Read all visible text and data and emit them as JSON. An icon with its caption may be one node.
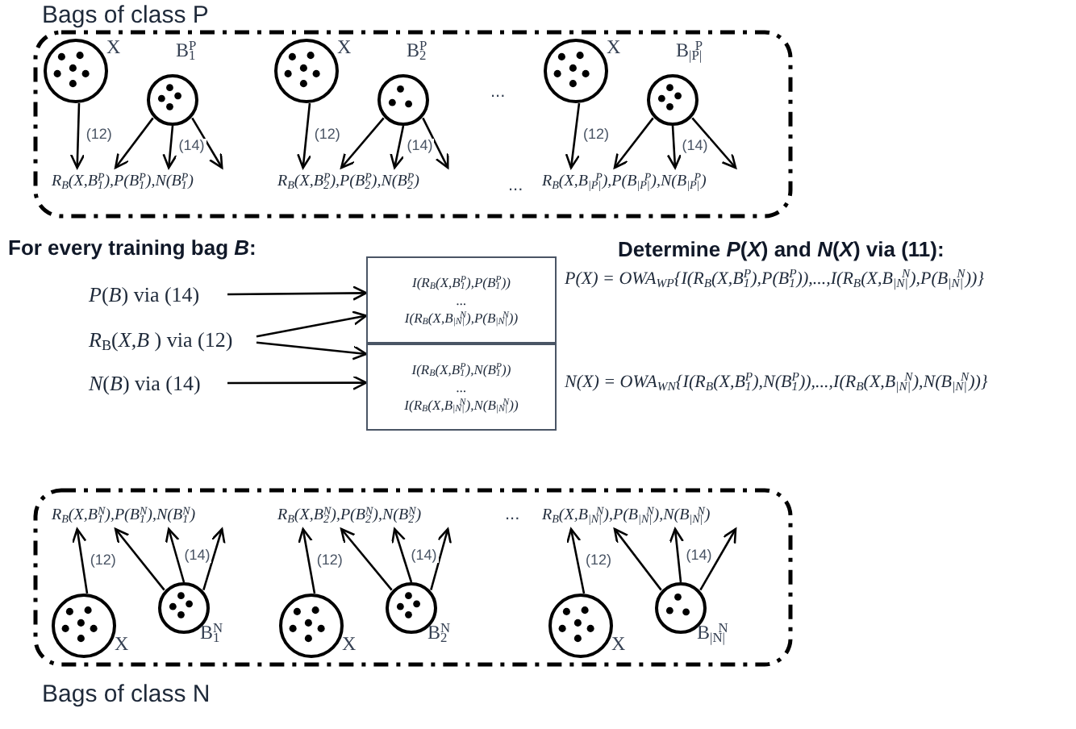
{
  "diagram": {
    "nodes": [
      {
        "text": [
          "Bags of class P"
        ]
      },
      {
        "text": [],
        "shape": "circle",
        "in": 0,
        "beside": [
          "X"
        ]
      },
      {
        "text": [],
        "shape": "circle",
        "in": 0,
        "beside": [
          "B$_{1}$$^{P}$"
        ]
      },
      {
        "text": [
          "R$_{B}$(X,B$_{1}$$^{P}$),P(B$_{1}$$^{P}$),N(B$_{1}$$^{P}$)"
        ],
        "in": 0
      },
      {
        "text": [],
        "shape": "circle",
        "in": 0,
        "beside": [
          "X"
        ]
      },
      {
        "text": [],
        "shape": "circle",
        "in": 0,
        "beside": [
          "B$_{2}$$^{P}$"
        ]
      },
      {
        "text": [
          "R$_{B}$(X,B$_{2}$$^{P}$),P(B$_{2}$$^{P}$),N(B$_{2}$$^{P}$)"
        ],
        "in": 0
      },
      {
        "text": [],
        "shape": "circle",
        "in": 0,
        "beside": [
          "X"
        ]
      },
      {
        "text": [],
        "shape": "circle",
        "in": 0,
        "beside": [
          "B$_{|P|}$$^{P}$"
        ]
      },
      {
        "text": [
          "R$_{B}$(X,B$_{|P|}$$^{P}$),P(B$_{|P|}$$^{P}$),N(B$_{|P|}$$^{P}$)"
        ],
        "in": 0
      },
      {
        "text": [
          "*P*(*B*) via (14)"
        ]
      },
      {
        "text": [
          "*R*$_{B}$(*X*,*B* ) via (12)"
        ]
      },
      {
        "text": [
          "*N*(*B*) via (14)"
        ]
      },
      {
        "text": [
          "I(R$_{B}$(X,B$_{1}$$^{P}$),P(B$_{1}$$^{P}$))",
          "...",
          "I(R$_{B}$(X,B$_{|N|}$$^{N}$),P(B$_{|N|}$$^{N}$))"
        ]
      },
      {
        "text": [
          "I(R$_{B}$(X,B$_{1}$$^{P}$),N(B$_{1}$$^{P}$))",
          "...",
          "I(R$_{B}$(X,B$_{|N|}$$^{N}$),N(B$_{|N|}$$^{N}$))"
        ]
      },
      {
        "text": [
          "Bags of class N"
        ]
      },
      {
        "text": [
          "R$_{B}$(X,B$_{1}$$^{N}$),P(B$_{1}$$^{N}$),N(B$_{1}$$^{N}$)"
        ],
        "in": 15
      },
      {
        "text": [],
        "shape": "circle",
        "in": 15,
        "beside": [
          "X"
        ]
      },
      {
        "text": [],
        "shape": "circle",
        "in": 15,
        "beside": [
          "B$_{1}$$^{N}$"
        ]
      },
      {
        "text": [
          "R$_{B}$(X,B$_{2}$$^{N}$),P(B$_{2}$$^{N}$),N(B$_{2}$$^{N}$)"
        ],
        "in": 15
      },
      {
        "text": [],
        "shape": "circle",
        "in": 15,
        "beside": [
          "X"
        ]
      },
      {
        "text": [],
        "shape": "circle",
        "in": 15,
        "beside": [
          "B$_{2}$$^{N}$"
        ]
      },
      {
        "text": [
          "R$_{B}$(X,B$_{|N|}$$^{N}$),P(B$_{|N|}$$^{N}$),N(B$_{|N|}$$^{N}$)"
        ],
        "in": 15
      },
      {
        "text": [],
        "shape": "circle",
        "in": 15,
        "beside": [
          "X"
        ]
      },
      {
        "text": [],
        "shape": "circle",
        "in": 15,
        "beside": [
          "B$_{|N|}$$^{N}$"
        ]
      }
    ],
    "edges": [
      {
        "from": 1,
        "to": 3,
        "arrow": "to",
        "label": "(12)"
      },
      {
        "from": 2,
        "to": 3,
        "arrow": "to"
      },
      {
        "from": 2,
        "to": 3,
        "arrow": "to",
        "label": "(14)"
      },
      {
        "from": 2,
        "to": 3,
        "arrow": "to"
      },
      {
        "from": 4,
        "to": 6,
        "arrow": "to",
        "label": "(12)"
      },
      {
        "from": 5,
        "to": 6,
        "arrow": "to"
      },
      {
        "from": 5,
        "to": 6,
        "arrow": "to",
        "label": "(14)"
      },
      {
        "from": 5,
        "to": 6,
        "arrow": "to"
      },
      {
        "from": 7,
        "to": 9,
        "arrow": "to",
        "label": "(12)"
      },
      {
        "from": 8,
        "to": 9,
        "arrow": "to"
      },
      {
        "from": 8,
        "to": 9,
        "arrow": "to",
        "label": "(14)"
      },
      {
        "from": 8,
        "to": 9,
        "arrow": "to"
      },
      {
        "from": 17,
        "to": 16,
        "arrow": "to",
        "label": "(12)"
      },
      {
        "from": 18,
        "to": 16,
        "arrow": "to"
      },
      {
        "from": 18,
        "to": 16,
        "arrow": "to",
        "label": "(14)"
      },
      {
        "from": 18,
        "to": 16,
        "arrow": "to"
      },
      {
        "from": 20,
        "to": 19,
        "arrow": "to",
        "label": "(12)"
      },
      {
        "from": 21,
        "to": 19,
        "arrow": "to"
      },
      {
        "from": 21,
        "to": 19,
        "arrow": "to",
        "label": "(14)"
      },
      {
        "from": 21,
        "to": 19,
        "arrow": "to"
      },
      {
        "from": 23,
        "to": 22,
        "arrow": "to",
        "label": "(12)"
      },
      {
        "from": 24,
        "to": 22,
        "arrow": "to"
      },
      {
        "from": 24,
        "to": 22,
        "arrow": "to",
        "label": "(14)"
      },
      {
        "from": 24,
        "to": 22,
        "arrow": "to"
      },
      {
        "from": 10,
        "to": 13,
        "arrow": "to"
      },
      {
        "from": 11,
        "to": 13,
        "arrow": "to"
      },
      {
        "from": 11,
        "to": 14,
        "arrow": "to"
      },
      {
        "from": 12,
        "to": 14,
        "arrow": "to"
      }
    ],
    "labels": [
      "...",
      "...",
      "For every training bag *B*:",
      "Determine *P*(*X*) and *N*(*X*) via (11):",
      "P(X) = OWA$_{WP}${I(R$_{B}$(X,B$_{1}$$^{P}$),P(B$_{1}$$^{P}$)),...,I(R$_{B}$(X,B$_{|N|}$$^{N}$),P(B$_{|N|}$$^{N}$))}",
      "N(X) = OWA$_{WN}${I(R$_{B}$(X,B$_{1}$$^{P}$),N(B$_{1}$$^{P}$)),...,I(R$_{B}$(X,B$_{|N|}$$^{N}$),N(B$_{|N|}$$^{N}$))}",
      "..."
    ]
  }
}
